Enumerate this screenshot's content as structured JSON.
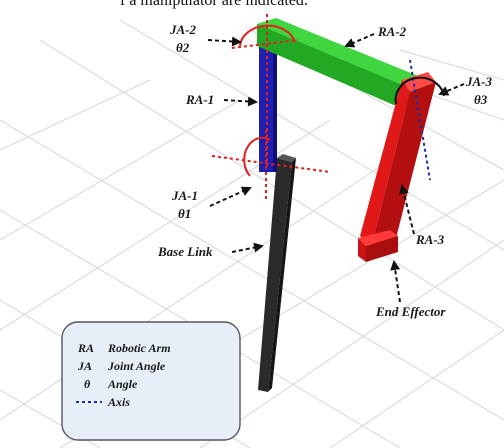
{
  "caption_fragment": "f a manipulator are indicated.",
  "labels": {
    "ja2": "JA-2",
    "theta2": "θ2",
    "ra2": "RA-2",
    "ja3": "JA-3",
    "theta3": "θ3",
    "ra1": "RA-1",
    "ja1": "JA-1",
    "theta1": "θ1",
    "base_link": "Base Link",
    "ra3": "RA-3",
    "end_effector": "End Effector"
  },
  "legend": {
    "items": [
      {
        "abbr": "RA",
        "text": "Robotic Arm"
      },
      {
        "abbr": "JA",
        "text": "Joint Angle"
      },
      {
        "abbr": "θ",
        "text": "Angle"
      },
      {
        "abbr": "",
        "text": "Axis"
      }
    ]
  },
  "colors": {
    "ra1": "#1f1fb0",
    "ra2": "#2fc12f",
    "ra3": "#e01818",
    "base": "#333333",
    "axis_red": "#e02020",
    "axis_blue": "#1a2fa0",
    "legend_bg": "#e6eef8",
    "grid": "#d2d2d2"
  }
}
